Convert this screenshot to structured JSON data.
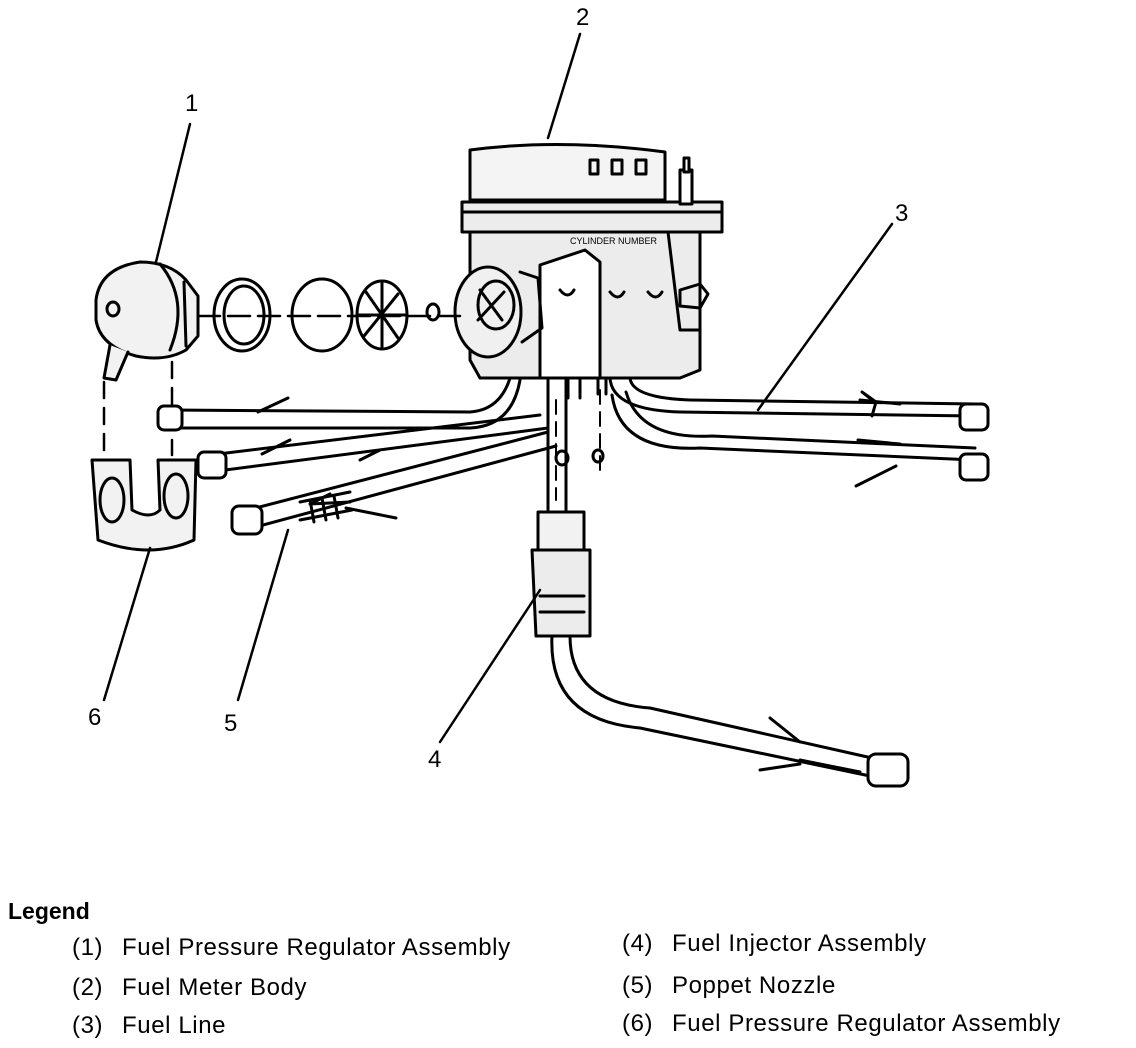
{
  "diagram": {
    "callouts": [
      {
        "id": "1",
        "label": "1"
      },
      {
        "id": "2",
        "label": "2"
      },
      {
        "id": "3",
        "label": "3"
      },
      {
        "id": "4",
        "label": "4"
      },
      {
        "id": "5",
        "label": "5"
      },
      {
        "id": "6",
        "label": "6"
      }
    ],
    "housing_text": "CYLINDER NUMBER"
  },
  "legend": {
    "title": "Legend",
    "items": [
      {
        "num": "(1)",
        "text": "Fuel Pressure Regulator Assembly"
      },
      {
        "num": "(2)",
        "text": "Fuel Meter Body"
      },
      {
        "num": "(3)",
        "text": "Fuel Line"
      },
      {
        "num": "(4)",
        "text": "Fuel Injector Assembly"
      },
      {
        "num": "(5)",
        "text": "Poppet Nozzle"
      },
      {
        "num": "(6)",
        "text": "Fuel Pressure Regulator Assembly"
      }
    ]
  }
}
